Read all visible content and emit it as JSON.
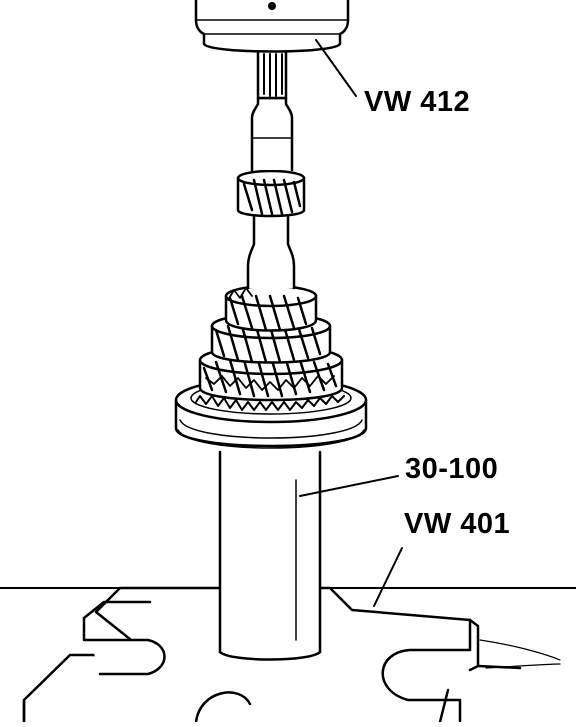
{
  "callouts": {
    "press_tool": "VW 412",
    "sleeve_tool": "30-100",
    "support_plate": "VW 401"
  }
}
